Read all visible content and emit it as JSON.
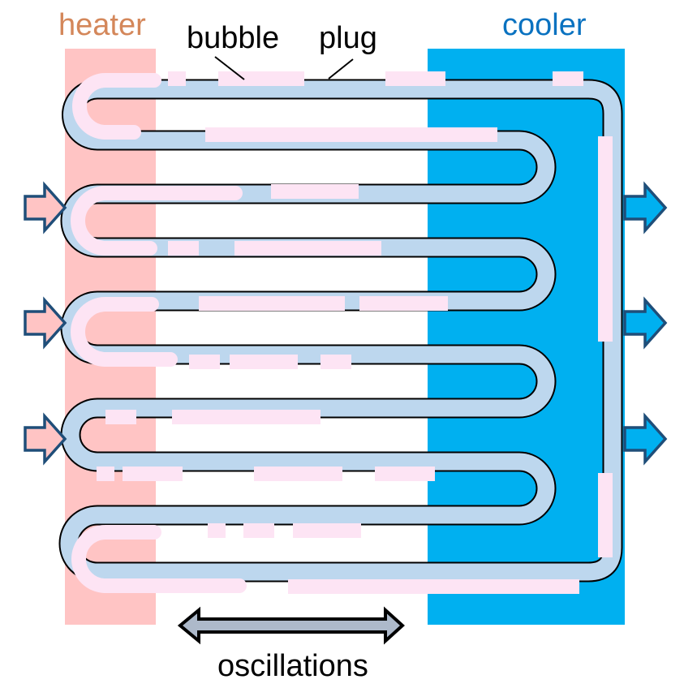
{
  "title": "Pulsating heat pipe schematic",
  "labels": {
    "heater": "heater",
    "cooler": "cooler",
    "bubble": "bubble",
    "plug": "plug",
    "oscillations": "oscillations"
  },
  "colors": {
    "heater": "#ffc4c4",
    "heater_text": "#d4875a",
    "cooler": "#00b0f0",
    "cooler_text": "#0a72c0",
    "pipe_liquid": "#bdd7ee",
    "vapor_bubble": "#fde4f4",
    "arrow_outline": "#1f4e79",
    "oscillation_arrow_fill": "#adb9ca",
    "pipe_wall": "#000000"
  },
  "inlet_arrows": {
    "count": 3,
    "icon": "heat-in-arrow-icon"
  },
  "outlet_arrows": {
    "count": 3,
    "icon": "heat-out-arrow-icon"
  },
  "oscillation_arrow": {
    "icon": "double-headed-arrow-icon"
  }
}
